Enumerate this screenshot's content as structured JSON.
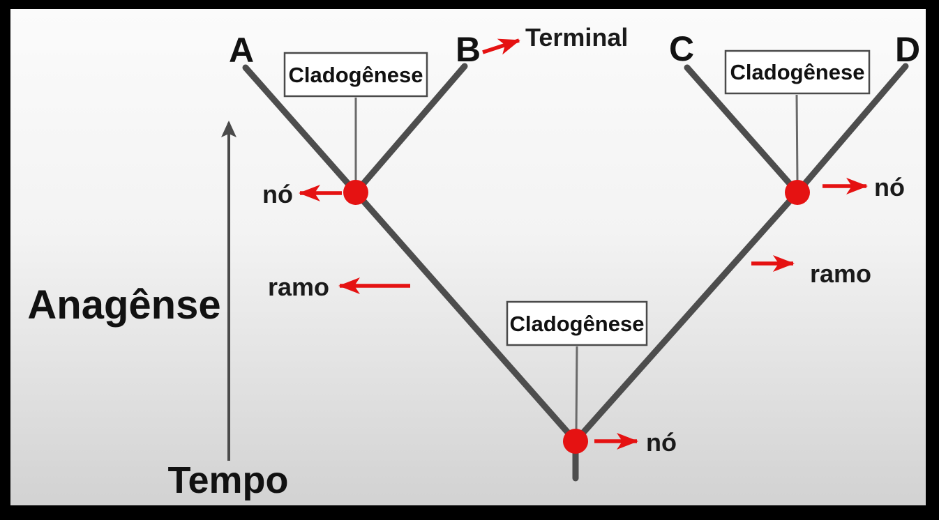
{
  "diagram": {
    "type": "phylogenetic-tree",
    "taxa": [
      "A",
      "B",
      "C",
      "D"
    ],
    "annotations": {
      "cladogenesis": "Cladogênese",
      "node": "nó",
      "branch": "ramo",
      "terminal": "Terminal"
    },
    "axis_labels": {
      "anagenesis": "Anagênse",
      "time": "Tempo"
    },
    "topology": {
      "tips": [
        "A",
        "B",
        "C",
        "D"
      ],
      "clades": [
        [
          "A",
          "B"
        ],
        [
          "C",
          "D"
        ]
      ],
      "root_joins": [
        "A+B",
        "C+D"
      ]
    },
    "colors": {
      "accent_red": "#e51212",
      "branch_gray": "#4d4d4d",
      "background_top": "#fbfbfb",
      "background_bottom": "#d2d2d2",
      "frame_black": "#000000"
    }
  }
}
